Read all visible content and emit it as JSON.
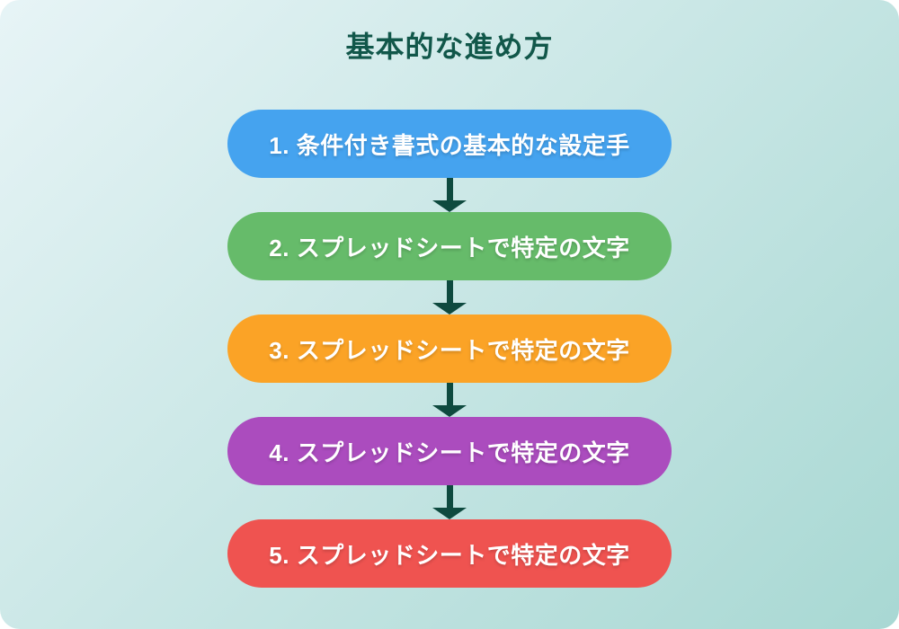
{
  "page": {
    "title": "基本的な進め方"
  },
  "flow": {
    "steps": [
      {
        "label": "1. 条件付き書式の基本的な設定手",
        "color": "#45a3ef"
      },
      {
        "label": "2. スプレッドシートで特定の文字",
        "color": "#66bb6a"
      },
      {
        "label": "3. スプレッドシートで特定の文字",
        "color": "#fba326"
      },
      {
        "label": "4. スプレッドシートで特定の文字",
        "color": "#ab4cbe"
      },
      {
        "label": "5. スプレッドシートで特定の文字",
        "color": "#ef5350"
      }
    ]
  },
  "colors": {
    "title": "#11574a",
    "arrow": "#0e4a3f",
    "text": "#ffffff",
    "background_start": "#e7f4f6",
    "background_end": "#a8d8d3"
  }
}
